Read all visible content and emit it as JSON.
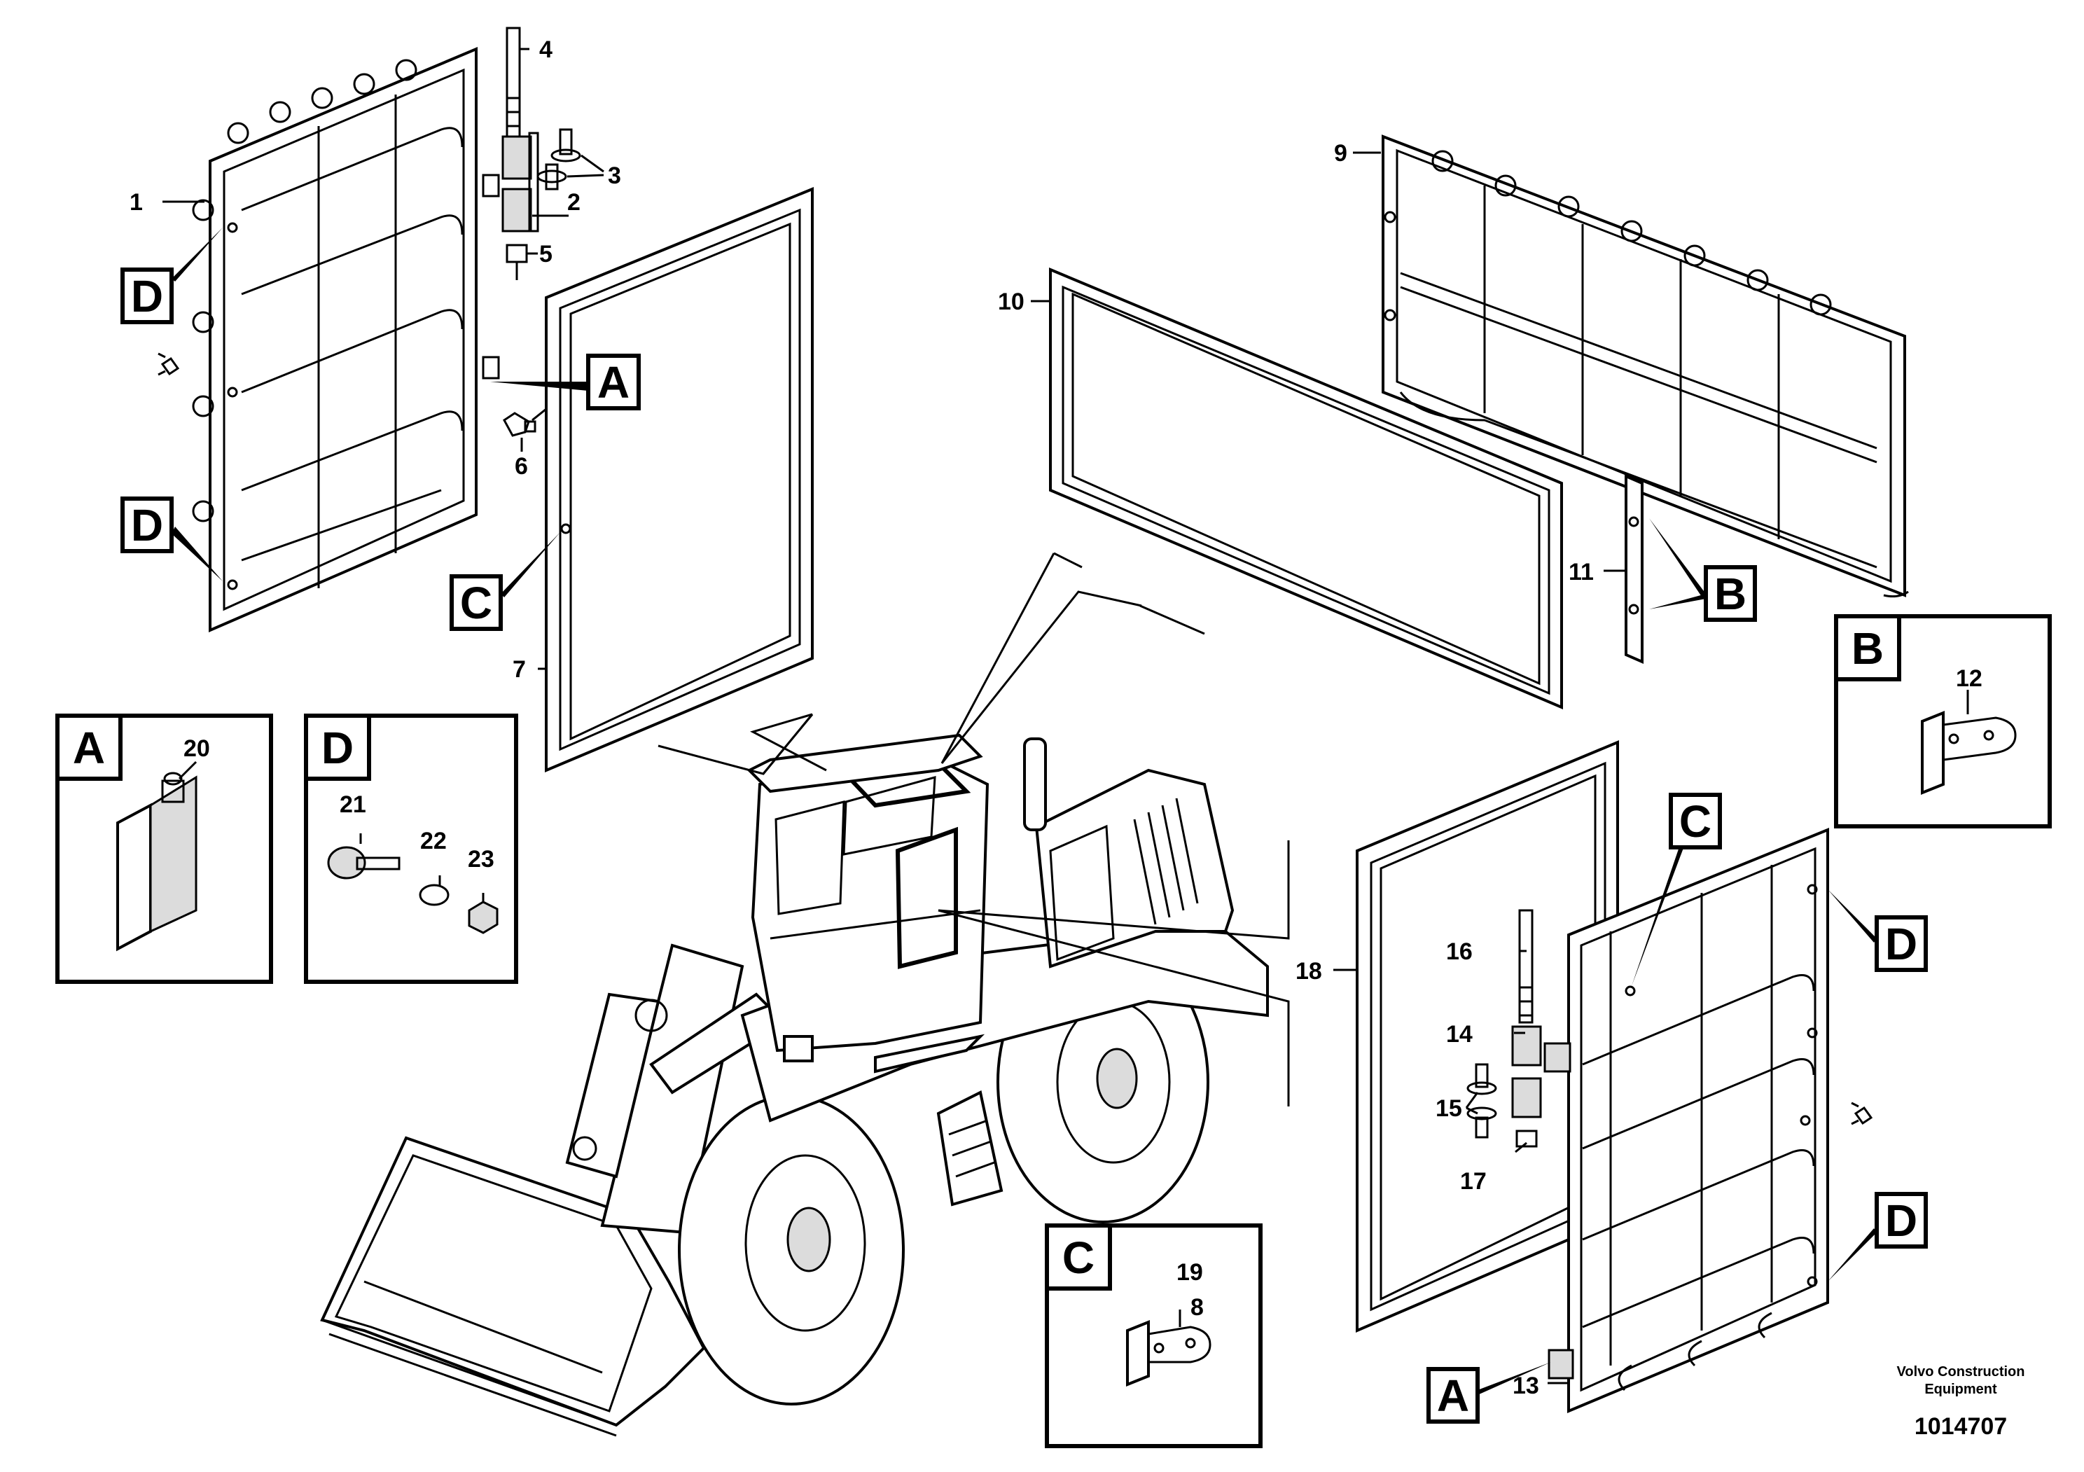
{
  "part_numbers": {
    "p1": "1",
    "p2": "2",
    "p3": "3",
    "p4": "4",
    "p5": "5",
    "p6": "6",
    "p7": "7",
    "p8": "8",
    "p9": "9",
    "p10": "10",
    "p11": "11",
    "p12": "12",
    "p13": "13",
    "p14": "14",
    "p15": "15",
    "p16": "16",
    "p17": "17",
    "p18": "18",
    "p19": "19",
    "p20": "20",
    "p21": "21",
    "p22": "22",
    "p23": "23"
  },
  "callout_letters": {
    "a": "A",
    "b": "B",
    "c": "C",
    "d": "D"
  },
  "footer": {
    "company_line1": "Volvo Construction",
    "company_line2": "Equipment",
    "drawing_number": "1014707"
  }
}
